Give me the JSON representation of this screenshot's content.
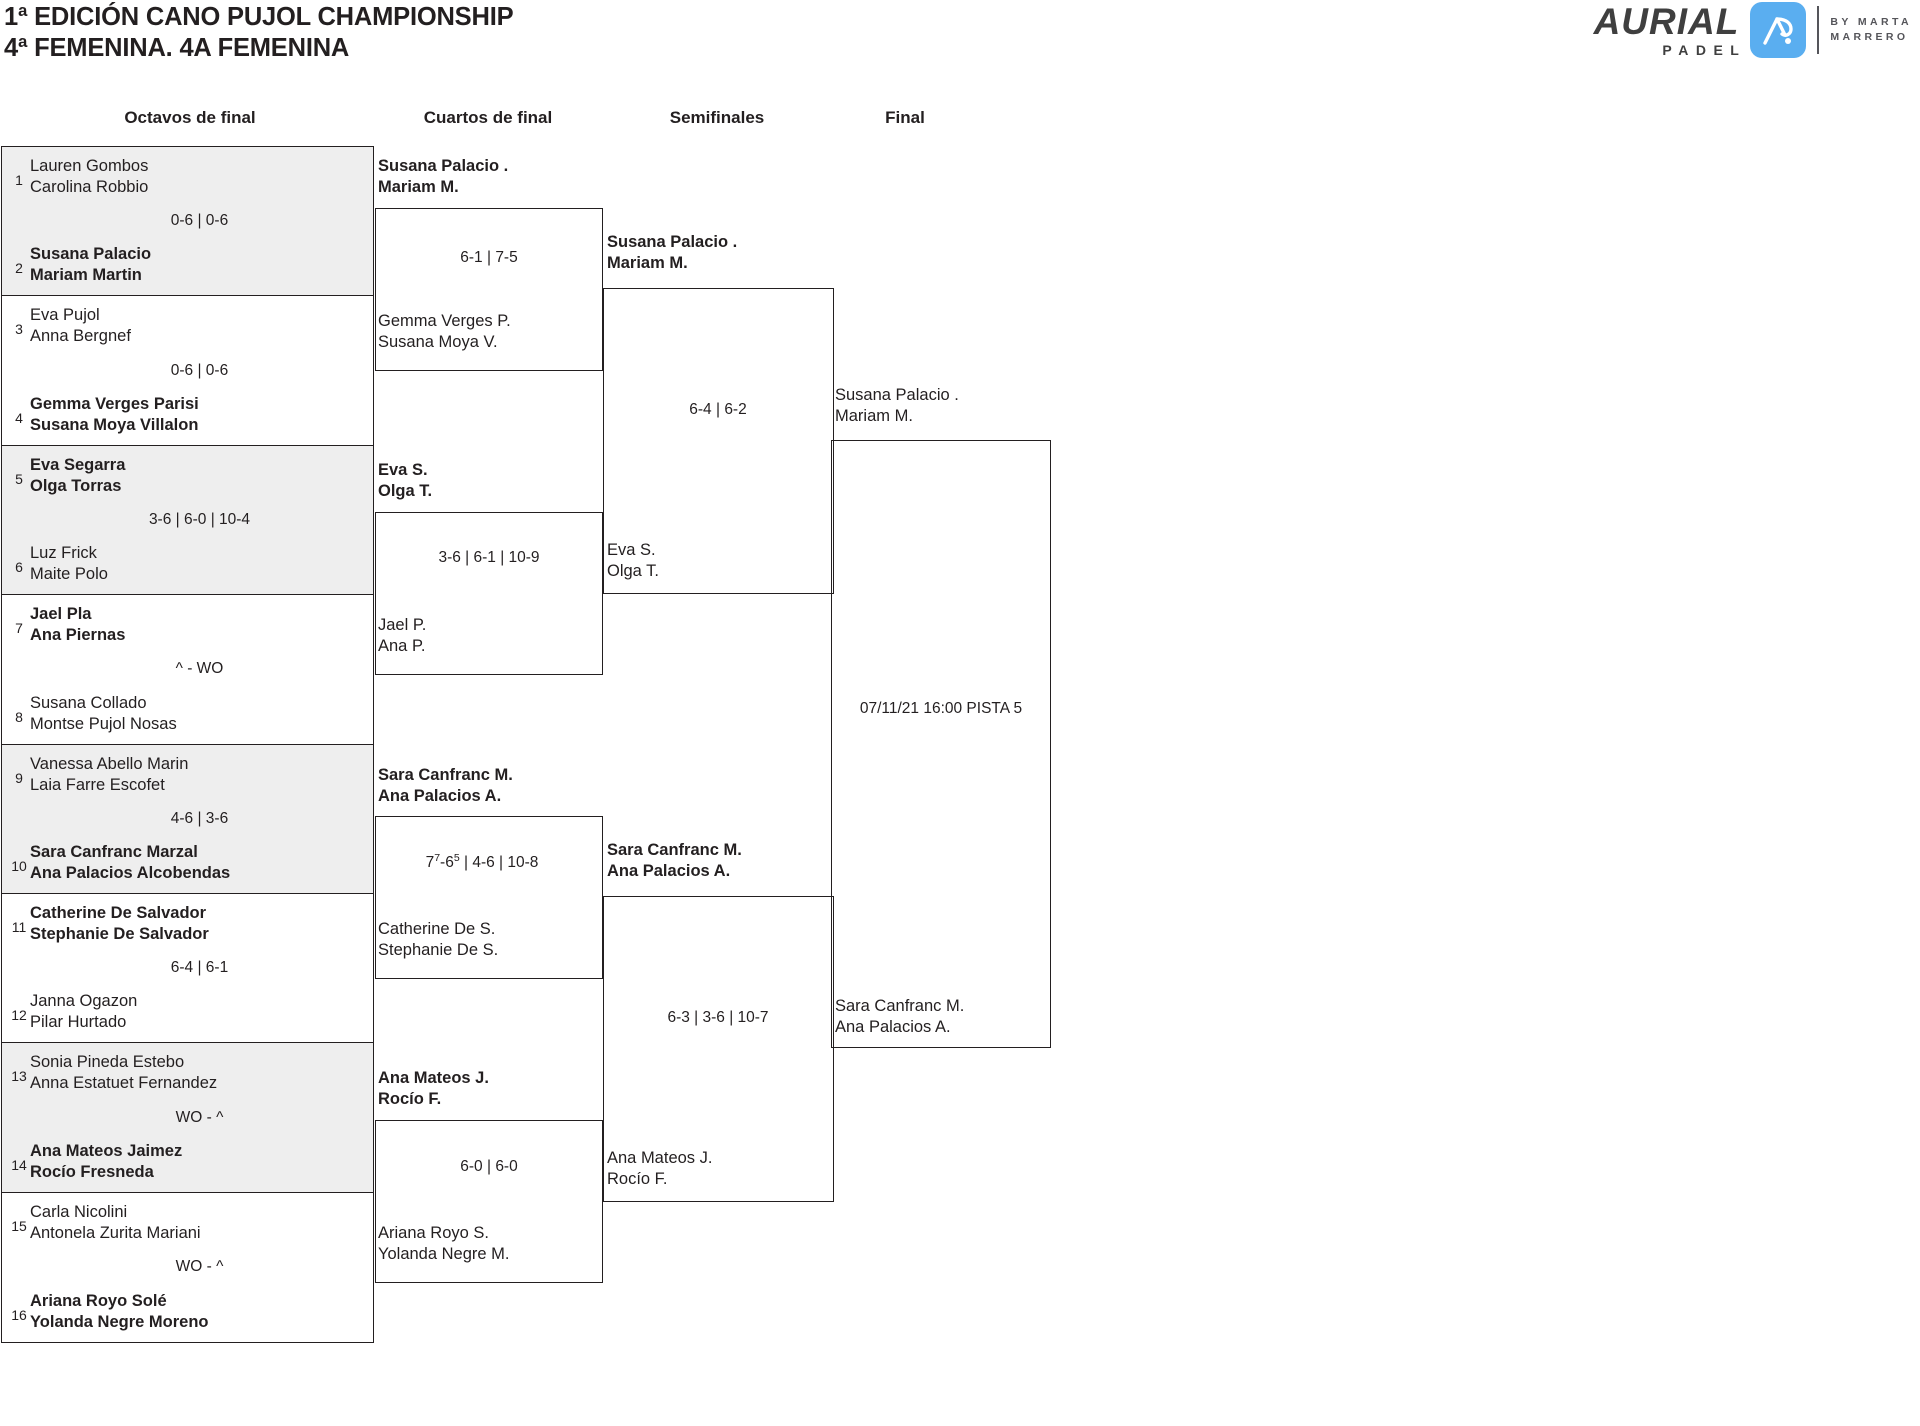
{
  "header": {
    "title": "1ª EDICIÓN CANO PUJOL CHAMPIONSHIP\n4ª FEMENINA. 4A FEMENINA",
    "logo": {
      "main": "AURIAL",
      "sub": "PADEL",
      "by_line1": "BY  MARTA",
      "by_line2": "MARRERO"
    }
  },
  "rounds": {
    "r1_label": "Octavos de final",
    "r2_label": "Cuartos de final",
    "r3_label": "Semifinales",
    "r4_label": "Final"
  },
  "round1": {
    "matches": [
      {
        "top": {
          "seed": "1",
          "names": "Lauren Gombos\nCarolina Robbio",
          "winner": false
        },
        "bottom": {
          "seed": "2",
          "names": "Susana Palacio\nMariam Martin",
          "winner": true
        },
        "score": "0-6 | 0-6",
        "shaded": true
      },
      {
        "top": {
          "seed": "3",
          "names": "Eva Pujol\nAnna Bergnef",
          "winner": false
        },
        "bottom": {
          "seed": "4",
          "names": "Gemma Verges Parisi\nSusana Moya Villalon",
          "winner": true
        },
        "score": "0-6 | 0-6",
        "shaded": false
      },
      {
        "top": {
          "seed": "5",
          "names": "Eva Segarra\nOlga Torras",
          "winner": true
        },
        "bottom": {
          "seed": "6",
          "names": "Luz Frick\nMaite Polo",
          "winner": false
        },
        "score": "3-6 | 6-0 | 10-4",
        "shaded": true
      },
      {
        "top": {
          "seed": "7",
          "names": "Jael Pla\nAna Piernas",
          "winner": true
        },
        "bottom": {
          "seed": "8",
          "names": "Susana Collado\nMontse Pujol Nosas",
          "winner": false
        },
        "score": "^ - WO",
        "shaded": false
      },
      {
        "top": {
          "seed": "9",
          "names": "Vanessa Abello Marin\nLaia Farre Escofet",
          "winner": false
        },
        "bottom": {
          "seed": "10",
          "names": "Sara Canfranc Marzal\nAna Palacios Alcobendas",
          "winner": true
        },
        "score": "4-6 | 3-6",
        "shaded": true
      },
      {
        "top": {
          "seed": "11",
          "names": "Catherine De Salvador\nStephanie De Salvador",
          "winner": true
        },
        "bottom": {
          "seed": "12",
          "names": "Janna Ogazon\nPilar Hurtado",
          "winner": false
        },
        "score": "6-4 | 6-1",
        "shaded": false
      },
      {
        "top": {
          "seed": "13",
          "names": "Sonia Pineda Estebo\nAnna Estatuet Fernandez",
          "winner": false
        },
        "bottom": {
          "seed": "14",
          "names": "Ana Mateos Jaimez\nRocío Fresneda",
          "winner": true
        },
        "score": "WO - ^",
        "shaded": true
      },
      {
        "top": {
          "seed": "15",
          "names": "Carla Nicolini\nAntonela Zurita Mariani",
          "winner": false
        },
        "bottom": {
          "seed": "16",
          "names": "Ariana Royo Solé\nYolanda Negre Moreno",
          "winner": true
        },
        "score": "WO - ^",
        "shaded": false
      }
    ]
  },
  "round2": {
    "matches": [
      {
        "top": {
          "names": "Susana Palacio .\nMariam M.",
          "winner": true
        },
        "bottom": {
          "names": "Gemma Verges P.\nSusana Moya V.",
          "winner": false
        },
        "score": "6-1 | 7-5",
        "score_html": "6-1 | 7-5"
      },
      {
        "top": {
          "names": "Eva S.\nOlga T.",
          "winner": true
        },
        "bottom": {
          "names": "Jael P.\nAna P.",
          "winner": false
        },
        "score": "3-6 | 6-1 | 10-9",
        "score_html": "3-6 | 6-1 | 10-9"
      },
      {
        "top": {
          "names": "Sara Canfranc M.\nAna Palacios A.",
          "winner": true
        },
        "bottom": {
          "names": "Catherine De S.\nStephanie De S.",
          "winner": false
        },
        "score": "77-65 | 4-6 | 10-8",
        "score_html": "7<sup>7</sup>-6<sup>5</sup> | 4-6 | 10-8"
      },
      {
        "top": {
          "names": "Ana Mateos J.\nRocío F.",
          "winner": true
        },
        "bottom": {
          "names": "Ariana Royo S.\nYolanda Negre M.",
          "winner": false
        },
        "score": "6-0 | 6-0",
        "score_html": "6-0 | 6-0"
      }
    ]
  },
  "round3": {
    "matches": [
      {
        "top": {
          "names": "Susana Palacio .\nMariam M.",
          "winner": true
        },
        "bottom": {
          "names": "Eva S.\nOlga T.",
          "winner": false
        },
        "score": "6-4 | 6-2"
      },
      {
        "top": {
          "names": "Sara Canfranc M.\nAna Palacios A.",
          "winner": true
        },
        "bottom": {
          "names": "Ana Mateos J.\nRocío F.",
          "winner": false
        },
        "score": "6-3 | 3-6 | 10-7"
      }
    ]
  },
  "final": {
    "top": {
      "names": "Susana Palacio .\nMariam M.",
      "winner": false
    },
    "bottom": {
      "names": "Sara Canfranc M.\nAna Palacios A.",
      "winner": false
    },
    "info": "07/11/21 16:00 PISTA 5"
  }
}
